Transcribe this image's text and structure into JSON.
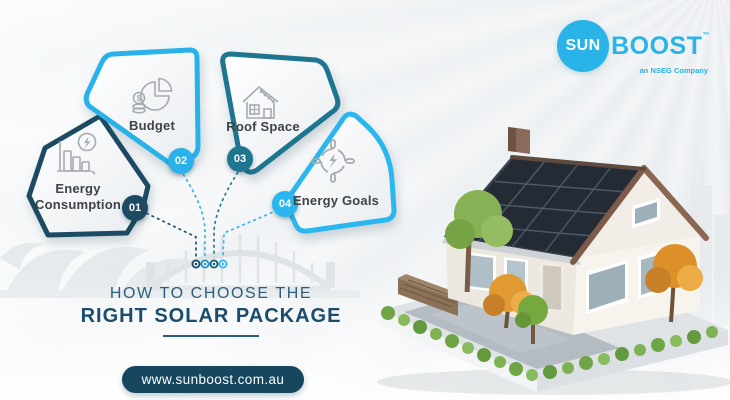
{
  "brand": {
    "logo": {
      "sun": "SUN",
      "boost": "BOOST",
      "trademark": "™",
      "tagline": "an NSEG Company",
      "color": "#29b3e8"
    }
  },
  "fan": {
    "steps": [
      {
        "number": "01",
        "label": "Energy Consumption",
        "icon": "bar-chart-energy-icon",
        "color": "#1c4a63"
      },
      {
        "number": "02",
        "label": "Budget",
        "icon": "pie-chart-coins-icon",
        "color": "#29b2ea"
      },
      {
        "number": "03",
        "label": "Roof Space",
        "icon": "house-roof-solar-icon",
        "color": "#1e7590"
      },
      {
        "number": "04",
        "label": "Energy Goals",
        "icon": "target-energy-icon",
        "color": "#2ab6ee"
      }
    ]
  },
  "heading": {
    "line1": "HOW TO CHOOSE THE",
    "line2": "RIGHT SOLAR PACKAGE",
    "color": "#1c4c6b"
  },
  "website": {
    "url": "www.sunboost.com.au",
    "background": "#17465f"
  },
  "illustration": {
    "house": "solar-house-3d-icon",
    "skyline": "sydney-opera-house-harbour-bridge-silhouette-icon"
  }
}
